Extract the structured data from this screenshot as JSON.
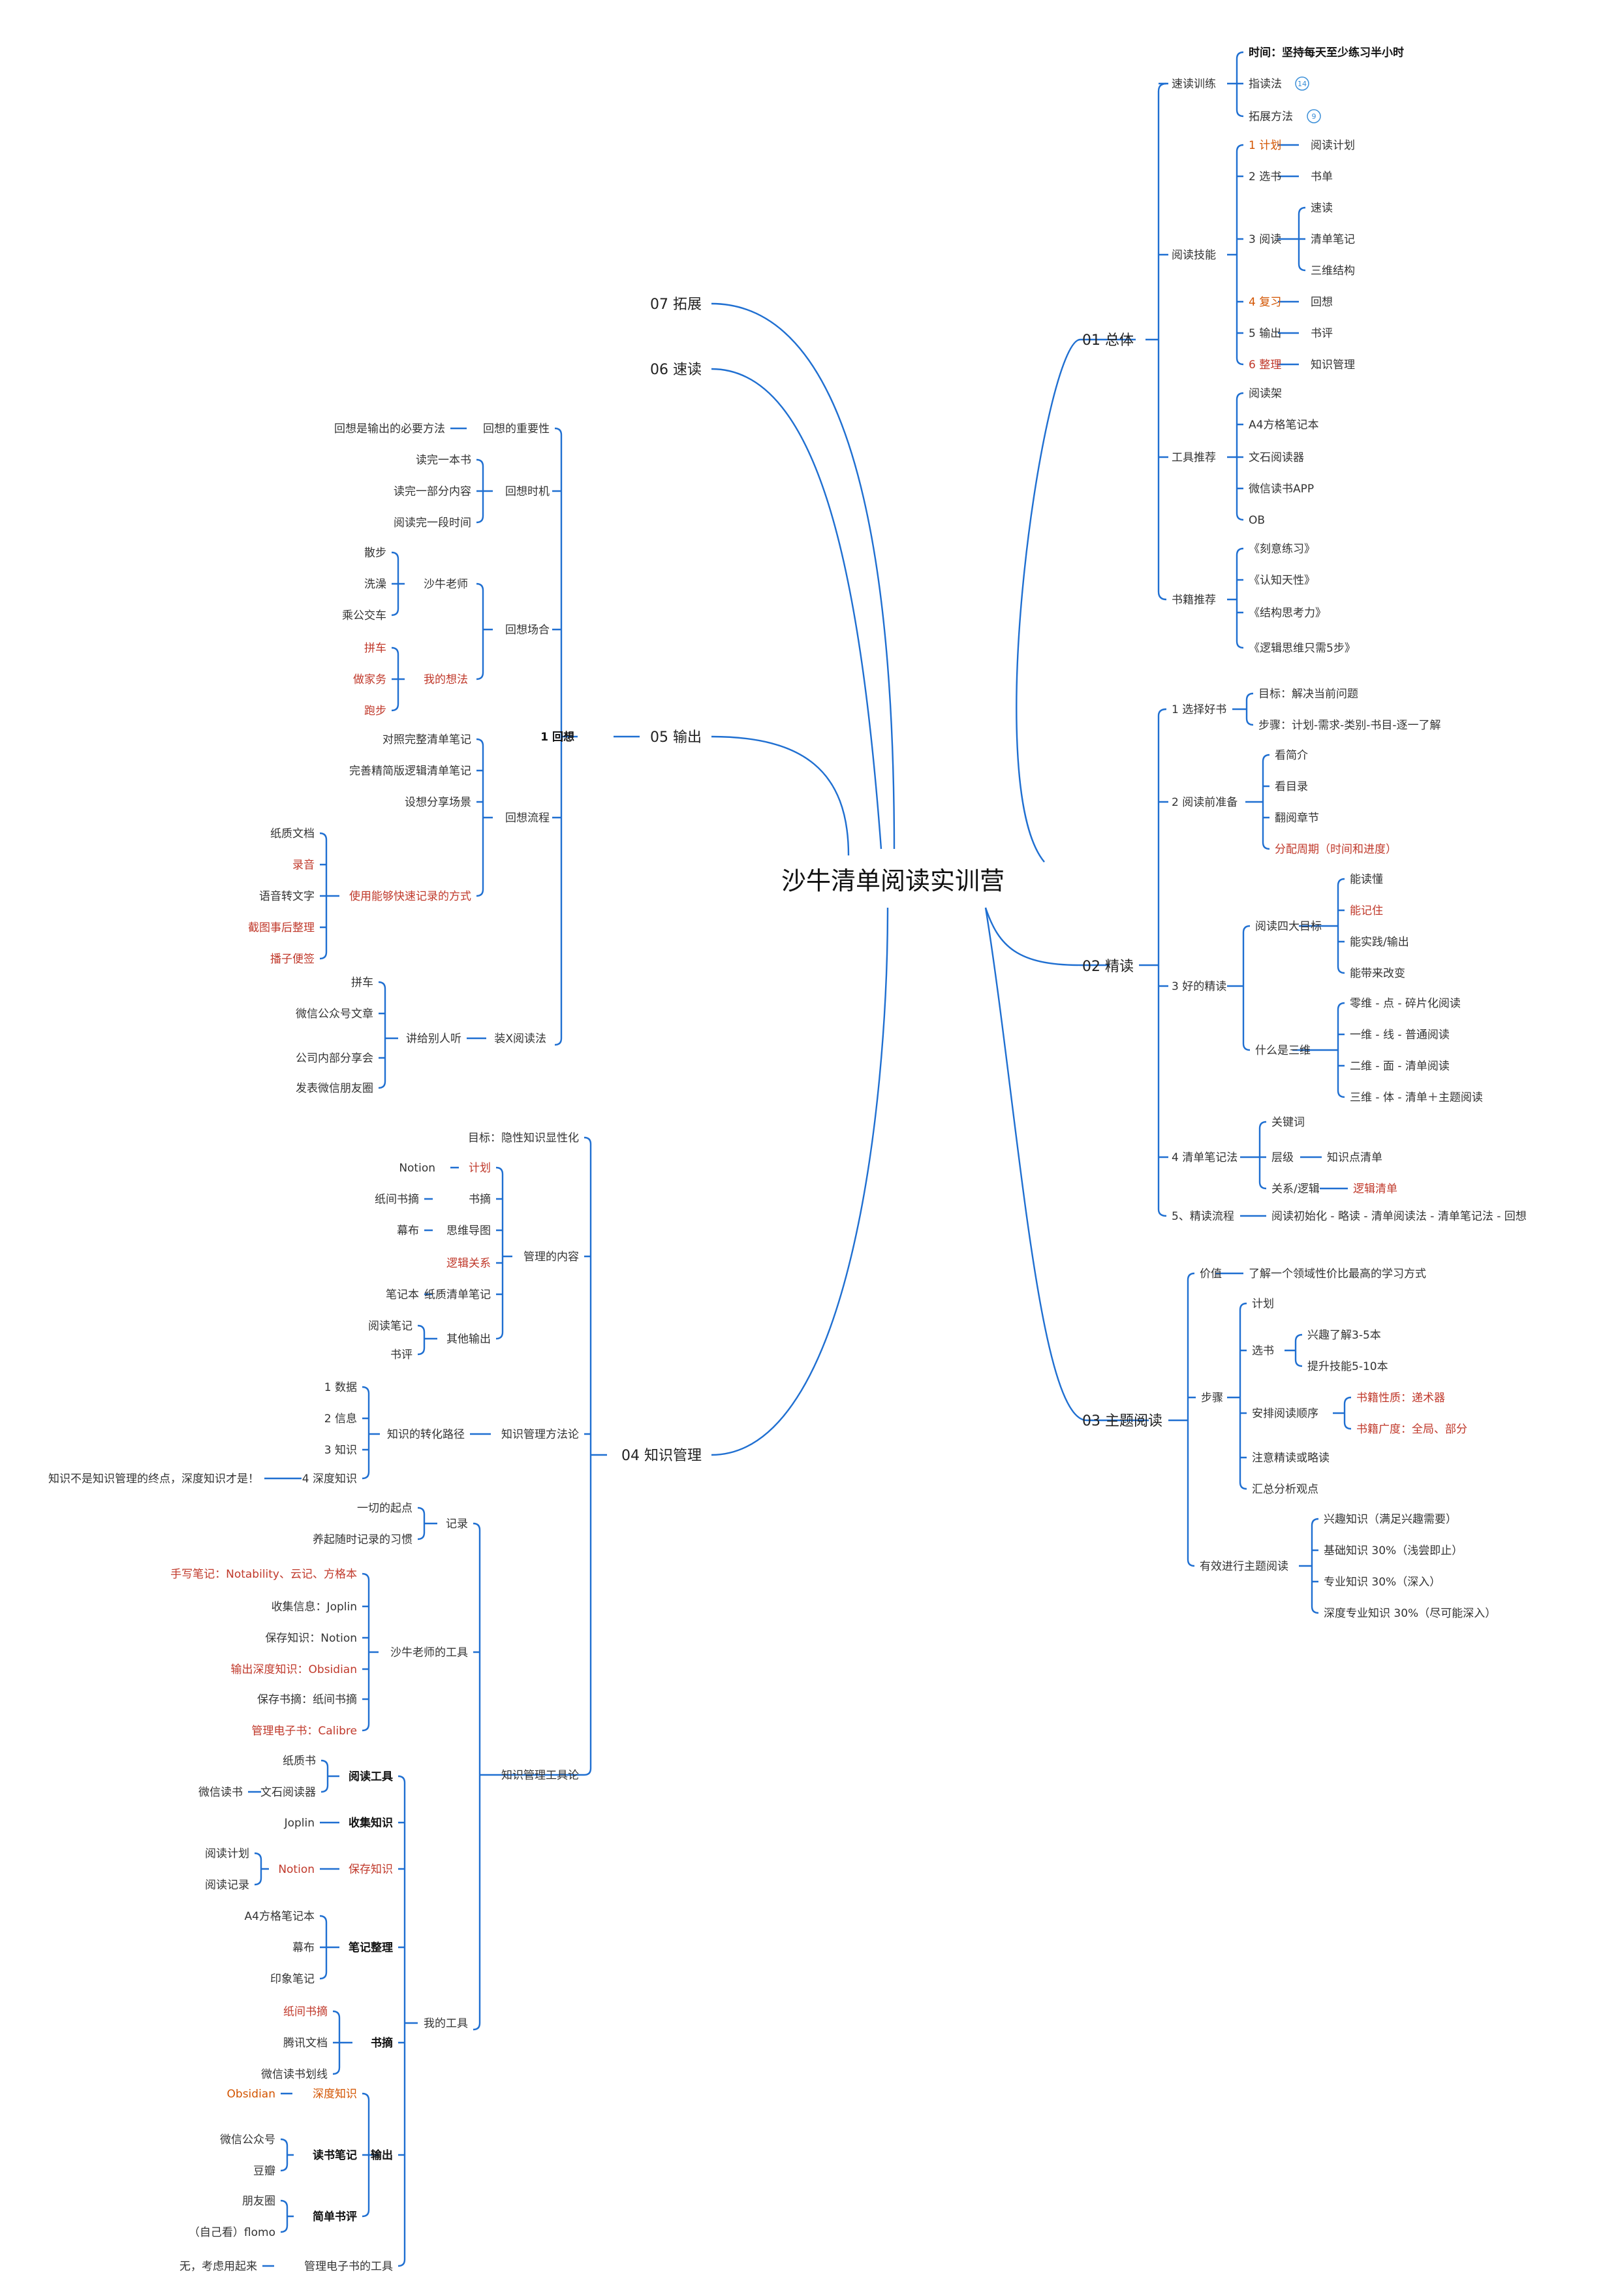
{
  "root": "沙牛清单阅读实训营",
  "b01": {
    "title": "01 总体",
    "speed": "速读训练",
    "time": "时间：坚持每天至少练习半小时",
    "finger": "指读法",
    "finger_count": "14",
    "expand": "拓展方法",
    "expand_count": "9",
    "skills": "阅读技能",
    "s1": "1 计划",
    "s1r": "阅读计划",
    "s2": "2 选书",
    "s2r": "书单",
    "s3": "3 阅读",
    "s3a": "速读",
    "s3b": "清单笔记",
    "s3c": "三维结构",
    "s4": "4 复习",
    "s4r": "回想",
    "s5": "5 输出",
    "s5r": "书评",
    "s6": "6 整理",
    "s6r": "知识管理",
    "tools": "工具推荐",
    "t1": "阅读架",
    "t2": "A4方格笔记本",
    "t3": "文石阅读器",
    "t4": "微信读书APP",
    "t5": "OB",
    "books": "书籍推荐",
    "bk1": "《刻意练习》",
    "bk2": "《认知天性》",
    "bk3": "《结构思考力》",
    "bk4": "《逻辑思维只需5步》"
  },
  "b02": {
    "title": "02 精读",
    "c1": "1 选择好书",
    "c1a": "目标：解决当前问题",
    "c1b": "步骤：计划-需求-类别-书目-逐一了解",
    "c2": "2 阅读前准备",
    "c2a": "看简介",
    "c2b": "看目录",
    "c2c": "翻阅章节",
    "c2d": "分配周期（时间和进度）",
    "c3": "3 好的精读",
    "goals": "阅读四大目标",
    "g1": "能读懂",
    "g2": "能记住",
    "g3": "能实践/输出",
    "g4": "能带来改变",
    "what3d": "什么是三维",
    "w1": "零维 - 点 - 碎片化阅读",
    "w2": "一维 - 线 - 普通阅读",
    "w3": "二维 - 面 - 清单阅读",
    "w4": "三维 - 体 - 清单＋主题阅读",
    "c4": "4 清单笔记法",
    "c4a": "关键词",
    "c4b": "层级",
    "c4br": "知识点清单",
    "c4c": "关系/逻辑",
    "c4cr": "逻辑清单",
    "c5": "5、精读流程",
    "c5r": "阅读初始化 - 略读 - 清单阅读法 - 清单笔记法 - 回想"
  },
  "b03": {
    "title": "03 主题阅读",
    "value": "价值",
    "value_r": "了解一个领域性价比最高的学习方式",
    "steps": "步骤",
    "plan": "计划",
    "pick": "选书",
    "pick1": "兴趣了解3-5本",
    "pick2": "提升技能5-10本",
    "order": "安排阅读顺序",
    "order1": "书籍性质：递术器",
    "order2": "书籍广度：全局、部分",
    "careful": "注意精读或略读",
    "summary": "汇总分析观点",
    "effective": "有效进行主题阅读",
    "e1": "兴趣知识（满足兴趣需要）",
    "e2": "基础知识 30%（浅尝即止）",
    "e3": "专业知识 30%（深入）",
    "e4": "深度专业知识 30%（尽可能深入）"
  },
  "b04": {
    "title": "04 知识管理",
    "goal": "目标：隐性知识显性化",
    "content": "管理的内容",
    "n_plan": "Notion",
    "plan": "计划",
    "paper_clip": "纸间书摘",
    "excerpt": "书摘",
    "mubu": "幕布",
    "mindmap": "思维导图",
    "logic": "逻辑关系",
    "notebook": "笔记本",
    "paper_notes": "纸质清单笔记",
    "reading_notes": "阅读笔记",
    "review": "书评",
    "other_out": "其他输出",
    "method": "知识管理方法论",
    "path": "知识的转化路径",
    "p1": "1 数据",
    "p2": "2 信息",
    "p3": "3 知识",
    "p4": "4 深度知识",
    "p4l": "知识不是知识管理的终点，深度知识才是！",
    "toolsth": "知识管理工具论",
    "record": "记录",
    "rec1": "一切的起点",
    "rec2": "养起随时记录的习惯",
    "teacher_tools": "沙牛老师的工具",
    "tt1": "手写笔记：Notability、云记、方格本",
    "tt2": "收集信息：Joplin",
    "tt3": "保存知识：Notion",
    "tt4": "输出深度知识：Obsidian",
    "tt5": "保存书摘：纸间书摘",
    "tt6": "管理电子书：Calibre",
    "my_tools": "我的工具",
    "read_tool": "阅读工具",
    "rt1": "纸质书",
    "rt2": "文石阅读器",
    "rt2l": "微信读书",
    "collect": "收集知识",
    "collect_l": "Joplin",
    "save": "保存知识",
    "save_notion": "Notion",
    "save1": "阅读计划",
    "save2": "阅读记录",
    "organize": "笔记整理",
    "or1": "A4方格笔记本",
    "or2": "幕布",
    "or3": "印象笔记",
    "bookex": "书摘",
    "bx1": "纸间书摘",
    "bx2": "腾讯文档",
    "bx3": "微信读书划线",
    "output": "输出",
    "deep": "深度知识",
    "deep_l": "Obsidian",
    "rnotes": "读书笔记",
    "rn1": "微信公众号",
    "rn2": "豆瓣",
    "brief": "简单书评",
    "br1": "朋友圈",
    "br2": "（自己看）flomo",
    "ebook": "管理电子书的工具",
    "ebook_l": "无，考虑用起来"
  },
  "b05": {
    "title": "05 输出",
    "recall": "1 回想",
    "imp": "回想的重要性",
    "imp_l": "回想是输出的必要方法",
    "timing": "回想时机",
    "tm1": "读完一本书",
    "tm2": "读完一部分内容",
    "tm3": "阅读完一段时间",
    "scene": "回想场合",
    "teacher": "沙牛老师",
    "sc1": "散步",
    "sc2": "洗澡",
    "sc3": "乘公交车",
    "mine": "我的想法",
    "sc4": "拼车",
    "sc5": "做家务",
    "sc6": "跑步",
    "flow": "回想流程",
    "fl1": "对照完整清单笔记",
    "fl2": "完善精简版逻辑清单笔记",
    "fl3": "设想分享场景",
    "fl4": "使用能够快速记录的方式",
    "fm1": "纸质文档",
    "fm2": "录音",
    "fm3": "语音转文字",
    "fm4": "截图事后整理",
    "fm5": "播子便签",
    "pretend": "装X阅读法",
    "tell": "讲给别人听",
    "te1": "拼车",
    "te2": "微信公众号文章",
    "te3": "公司内部分享会",
    "te4": "发表微信朋友圈"
  },
  "b06": {
    "title": "06 速读"
  },
  "b07": {
    "title": "07 拓展"
  }
}
